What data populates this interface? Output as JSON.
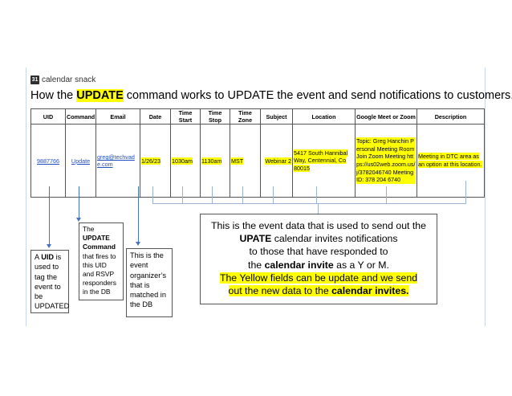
{
  "brand": {
    "name": "calendar snack",
    "icon": "calendar-icon",
    "icon_glyph": "31"
  },
  "heading": {
    "before": "How the ",
    "highlight": "UPDATE",
    "after": " command works to UPDATE the event and send notifications to customers."
  },
  "table": {
    "headers": [
      "UID",
      "Command",
      "Email",
      "Date",
      "Time Start",
      "Time Stop",
      "Time Zone",
      "Subject",
      "Location",
      "Google Meet or Zoom",
      "Description"
    ],
    "row": {
      "uid": "9887766",
      "command": "Update",
      "email": "greg@techvade.com",
      "date": "1/26/23",
      "time_start": "1030am",
      "time_stop": "1130am",
      "time_zone": "MST",
      "subject": "Webinar 2",
      "location": "5417 South Hannibal Way, Centennial, Co 80015",
      "meeting": "Topic: Greg Hanchin Personal Meeting Room Join Zoom Meeting https://us02web.zoom.us/j/3782046740 Meeting ID: 378 204 6740",
      "description": "Meeting in DTC area as an option at this location."
    }
  },
  "callouts": {
    "uid_note": {
      "prefix": "A ",
      "bold": "UID",
      "rest": " is used to tag the event to be UPDATED"
    },
    "command_note": {
      "prefix": "The ",
      "bold": "UPDATE Command",
      "rest": " that fires to this UID and RSVP responders in the DB"
    },
    "email_note": {
      "text": "This is the event organizer’s that is matched in the DB"
    }
  },
  "main_note": {
    "line1": "This is the event data that is used to send out the",
    "line2_bold": "UPATE",
    "line2_rest": " calendar invites notifications",
    "line3": "to those that have responded to",
    "line4_pre": "the ",
    "line4_bold": "calendar invite",
    "line4_post": " as a Y or M.",
    "line5": "The Yellow fields can be update and we send",
    "line6_pre": "out the new data to the ",
    "line6_bold": "calendar invites."
  },
  "colors": {
    "highlight": "#ffff00",
    "link": "#1f4fc6",
    "arrow": "#4472c4",
    "connector": "#9db3d4"
  }
}
